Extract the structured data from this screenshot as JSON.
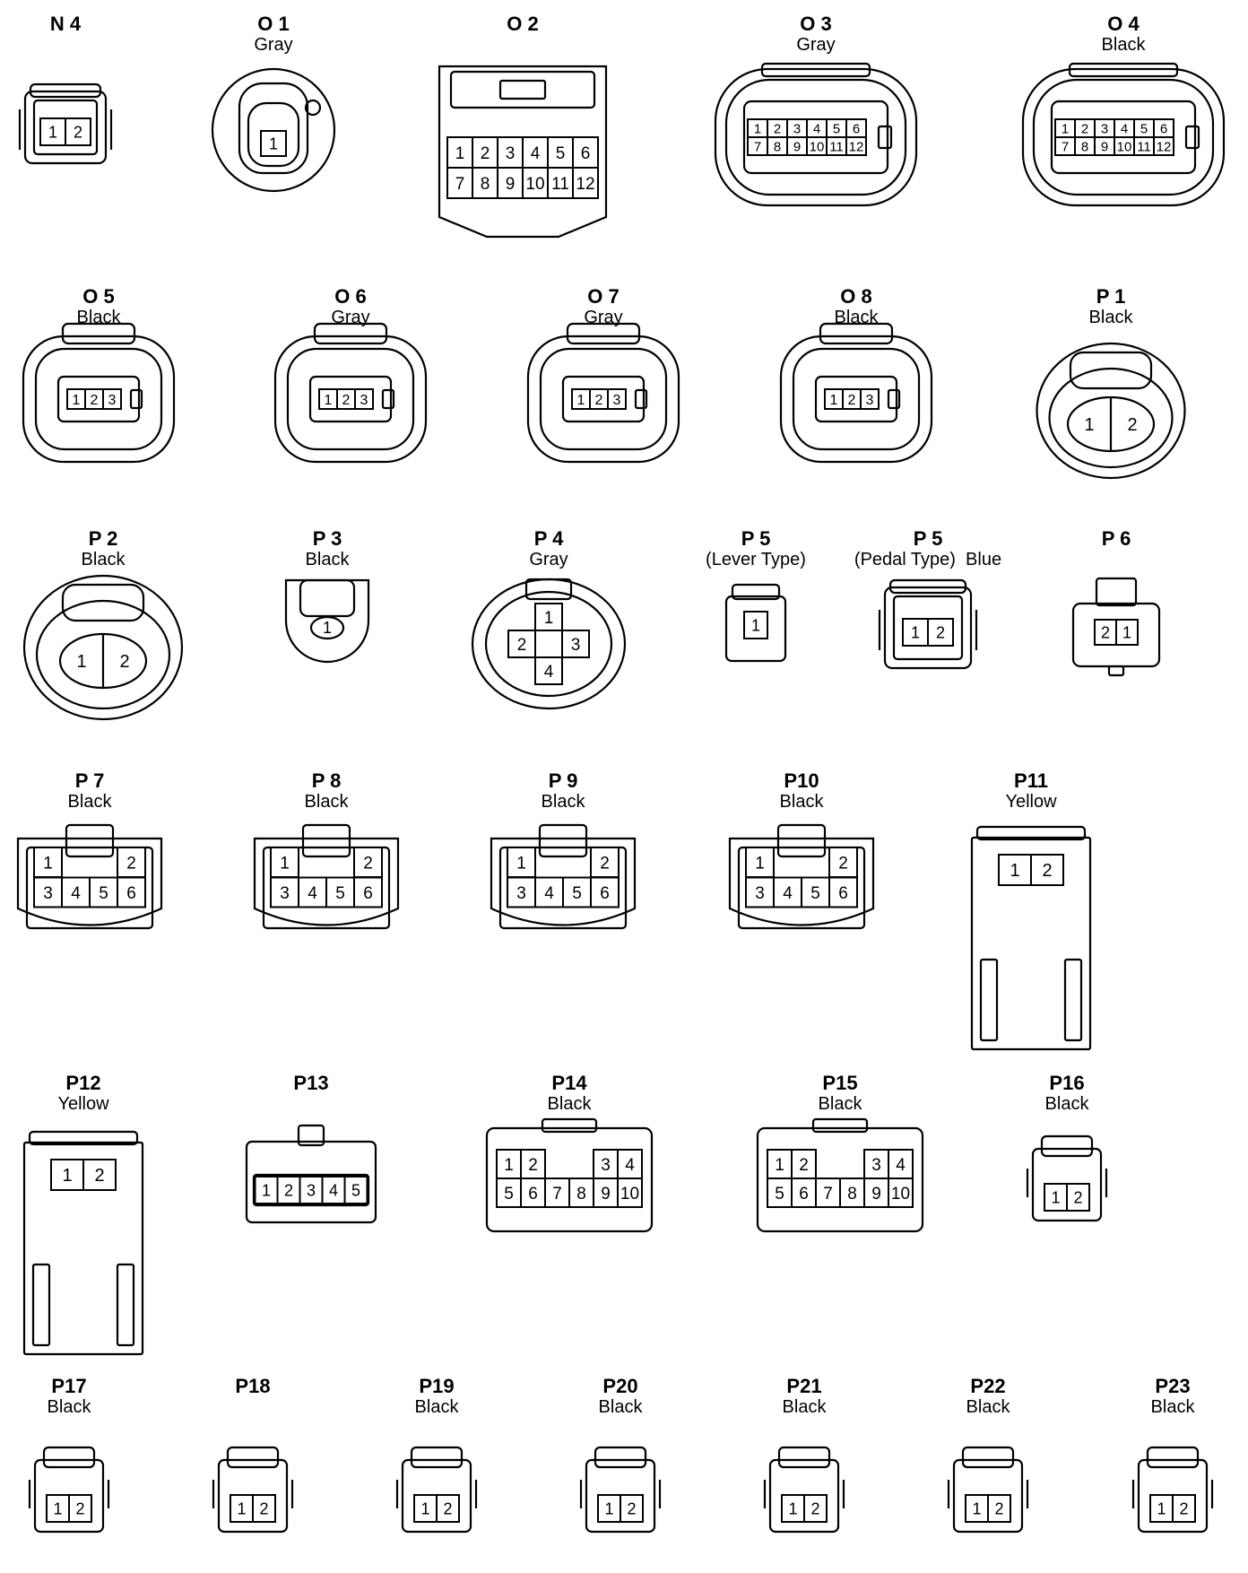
{
  "connectors": [
    {
      "id": "N 4",
      "color": "",
      "shape": "small-2pin",
      "pins": [
        [
          "1",
          "2"
        ]
      ]
    },
    {
      "id": "O 1",
      "color": "Gray",
      "shape": "round-1pin",
      "pins": [
        [
          "1"
        ]
      ]
    },
    {
      "id": "O 2",
      "color": "",
      "shape": "rect-12pin",
      "pins": [
        [
          "1",
          "2",
          "3",
          "4",
          "5",
          "6"
        ],
        [
          "7",
          "8",
          "9",
          "10",
          "11",
          "12"
        ]
      ]
    },
    {
      "id": "O 3",
      "color": "Gray",
      "shape": "oval-12pin",
      "pins": [
        [
          "1",
          "2",
          "3",
          "4",
          "5",
          "6"
        ],
        [
          "7",
          "8",
          "9",
          "10",
          "11",
          "12"
        ]
      ]
    },
    {
      "id": "O 4",
      "color": "Black",
      "shape": "oval-12pin",
      "pins": [
        [
          "1",
          "2",
          "3",
          "4",
          "5",
          "6"
        ],
        [
          "7",
          "8",
          "9",
          "10",
          "11",
          "12"
        ]
      ]
    },
    {
      "id": "O 5",
      "color": "Black",
      "shape": "sensor-3pin",
      "pins": [
        [
          "1",
          "2",
          "3"
        ]
      ]
    },
    {
      "id": "O 6",
      "color": "Gray",
      "shape": "sensor-3pin",
      "pins": [
        [
          "1",
          "2",
          "3"
        ]
      ]
    },
    {
      "id": "O 7",
      "color": "Gray",
      "shape": "sensor-3pin",
      "pins": [
        [
          "1",
          "2",
          "3"
        ]
      ]
    },
    {
      "id": "O 8",
      "color": "Black",
      "shape": "sensor-3pin",
      "pins": [
        [
          "1",
          "2",
          "3"
        ]
      ]
    },
    {
      "id": "P 1",
      "color": "Black",
      "shape": "oval-2pin",
      "pins": [
        [
          "1",
          "2"
        ]
      ]
    },
    {
      "id": "P 2",
      "color": "Black",
      "shape": "oval-2pin-wide",
      "pins": [
        [
          "1",
          "2"
        ]
      ]
    },
    {
      "id": "P 3",
      "color": "Black",
      "shape": "bullet-1pin",
      "pins": [
        [
          "1"
        ]
      ]
    },
    {
      "id": "P 4",
      "color": "Gray",
      "shape": "round-4pin",
      "pins": [
        [
          "1"
        ],
        [
          "2",
          "3"
        ],
        [
          "4"
        ]
      ]
    },
    {
      "id": "P 5",
      "color": "(Lever Type)",
      "shape": "tiny-1pin",
      "pins": [
        [
          "1"
        ]
      ]
    },
    {
      "id": "P 5",
      "color": "(Pedal Type)  Blue",
      "shape": "small-2pin-tall",
      "pins": [
        [
          "1",
          "2"
        ]
      ]
    },
    {
      "id": "P 6",
      "color": "",
      "shape": "small-2pin-rev",
      "pins": [
        [
          "2",
          "1"
        ]
      ]
    },
    {
      "id": "P 7",
      "color": "Black",
      "shape": "6pin",
      "pins": [
        [
          "1",
          "2"
        ],
        [
          "3",
          "4",
          "5",
          "6"
        ]
      ]
    },
    {
      "id": "P 8",
      "color": "Black",
      "shape": "6pin",
      "pins": [
        [
          "1",
          "2"
        ],
        [
          "3",
          "4",
          "5",
          "6"
        ]
      ]
    },
    {
      "id": "P 9",
      "color": "Black",
      "shape": "6pin",
      "pins": [
        [
          "1",
          "2"
        ],
        [
          "3",
          "4",
          "5",
          "6"
        ]
      ]
    },
    {
      "id": "P10",
      "color": "Black",
      "shape": "6pin",
      "pins": [
        [
          "1",
          "2"
        ],
        [
          "3",
          "4",
          "5",
          "6"
        ]
      ]
    },
    {
      "id": "P11",
      "color": "Yellow",
      "shape": "long-2pin",
      "pins": [
        [
          "1",
          "2"
        ]
      ]
    },
    {
      "id": "P12",
      "color": "Yellow",
      "shape": "long-2pin",
      "pins": [
        [
          "1",
          "2"
        ]
      ]
    },
    {
      "id": "P13",
      "color": "",
      "shape": "rect-5pin",
      "pins": [
        [
          "1",
          "2",
          "3",
          "4",
          "5"
        ]
      ]
    },
    {
      "id": "P14",
      "color": "Black",
      "shape": "rect-10pin",
      "pins": [
        [
          "1",
          "2",
          "3",
          "4"
        ],
        [
          "5",
          "6",
          "7",
          "8",
          "9",
          "10"
        ]
      ]
    },
    {
      "id": "P15",
      "color": "Black",
      "shape": "rect-10pin",
      "pins": [
        [
          "1",
          "2",
          "3",
          "4"
        ],
        [
          "5",
          "6",
          "7",
          "8",
          "9",
          "10"
        ]
      ]
    },
    {
      "id": "P16",
      "color": "Black",
      "shape": "small-2pin-box",
      "pins": [
        [
          "1",
          "2"
        ]
      ]
    },
    {
      "id": "P17",
      "color": "Black",
      "shape": "small-2pin-box",
      "pins": [
        [
          "1",
          "2"
        ]
      ]
    },
    {
      "id": "P18",
      "color": "",
      "shape": "small-2pin-box",
      "pins": [
        [
          "1",
          "2"
        ]
      ]
    },
    {
      "id": "P19",
      "color": "Black",
      "shape": "small-2pin-box",
      "pins": [
        [
          "1",
          "2"
        ]
      ]
    },
    {
      "id": "P20",
      "color": "Black",
      "shape": "small-2pin-box",
      "pins": [
        [
          "1",
          "2"
        ]
      ]
    },
    {
      "id": "P21",
      "color": "Black",
      "shape": "small-2pin-box",
      "pins": [
        [
          "1",
          "2"
        ]
      ]
    },
    {
      "id": "P22",
      "color": "Black",
      "shape": "small-2pin-box",
      "pins": [
        [
          "1",
          "2"
        ]
      ]
    },
    {
      "id": "P23",
      "color": "Black",
      "shape": "small-2pin-box",
      "pins": [
        [
          "1",
          "2"
        ]
      ]
    }
  ]
}
